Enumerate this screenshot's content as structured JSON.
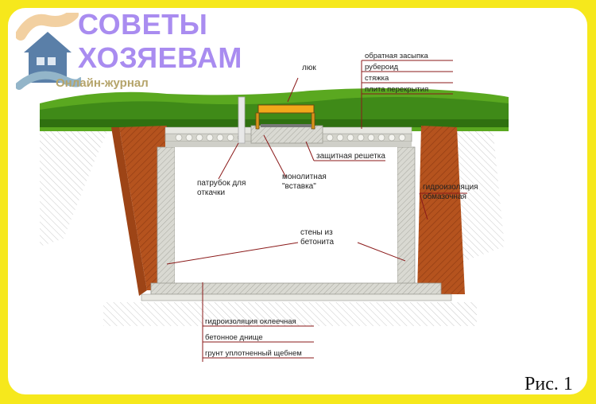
{
  "brand": {
    "line1": "СОВЕТЫ",
    "line2": "ХОЗЯЕВАМ",
    "subtitle": "Онлайн-журнал",
    "icon": "house-icon"
  },
  "labels": {
    "hatch": "люк",
    "backfill": "обратная засыпка",
    "roofing": "рубероид",
    "screed": "стяжка",
    "slab": "плита перекрытия",
    "grate": "защитная решетка",
    "pipe_line1": "патрубок для",
    "pipe_line2": "откачки",
    "insert_line1": "монолитная",
    "insert_line2": "\"вставка\"",
    "coating_line1": "гидроизоляция",
    "coating_line2": "обмазочная",
    "walls_line1": "стены из",
    "walls_line2": "бетонита",
    "glued_waterproofing": "гидроизоляция оклеечная",
    "concrete_bottom": "бетонное днище",
    "gravel_soil": "грунт уплотненный щебнем"
  },
  "figure_label": "Рис. 1",
  "colors": {
    "frame": "#f6e81c",
    "soil": "#b5531e",
    "grass": "#4e9a1f",
    "concrete": "#dcdcd6",
    "leader": "#8b1a1a",
    "brand": "#a98cf0"
  }
}
